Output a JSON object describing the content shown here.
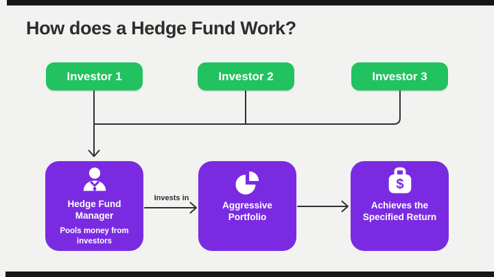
{
  "window": {
    "title": "How does a Hedge Fund Work?"
  },
  "investors": [
    {
      "label": "Investor 1"
    },
    {
      "label": "Investor 2"
    },
    {
      "label": "Investor 3"
    }
  ],
  "connectors": {
    "invests_in_label": "Invests in"
  },
  "steps": [
    {
      "icon": "manager-person-icon",
      "title": "Hedge Fund Manager",
      "subtitle": "Pools money from investors"
    },
    {
      "icon": "pie-chart-icon",
      "title": "Aggressive Portfolio"
    },
    {
      "icon": "money-bag-icon",
      "icon_symbol": "$",
      "title": "Achieves the Specified Return"
    }
  ],
  "colors": {
    "background": "#f2f2f0",
    "letterbox_bar": "#161616",
    "investor_green": "#21c25f",
    "step_purple": "#7a2be2",
    "line_dark": "#2e2e2e",
    "title_text": "#2d2d2d",
    "card_text": "#ffffff"
  }
}
